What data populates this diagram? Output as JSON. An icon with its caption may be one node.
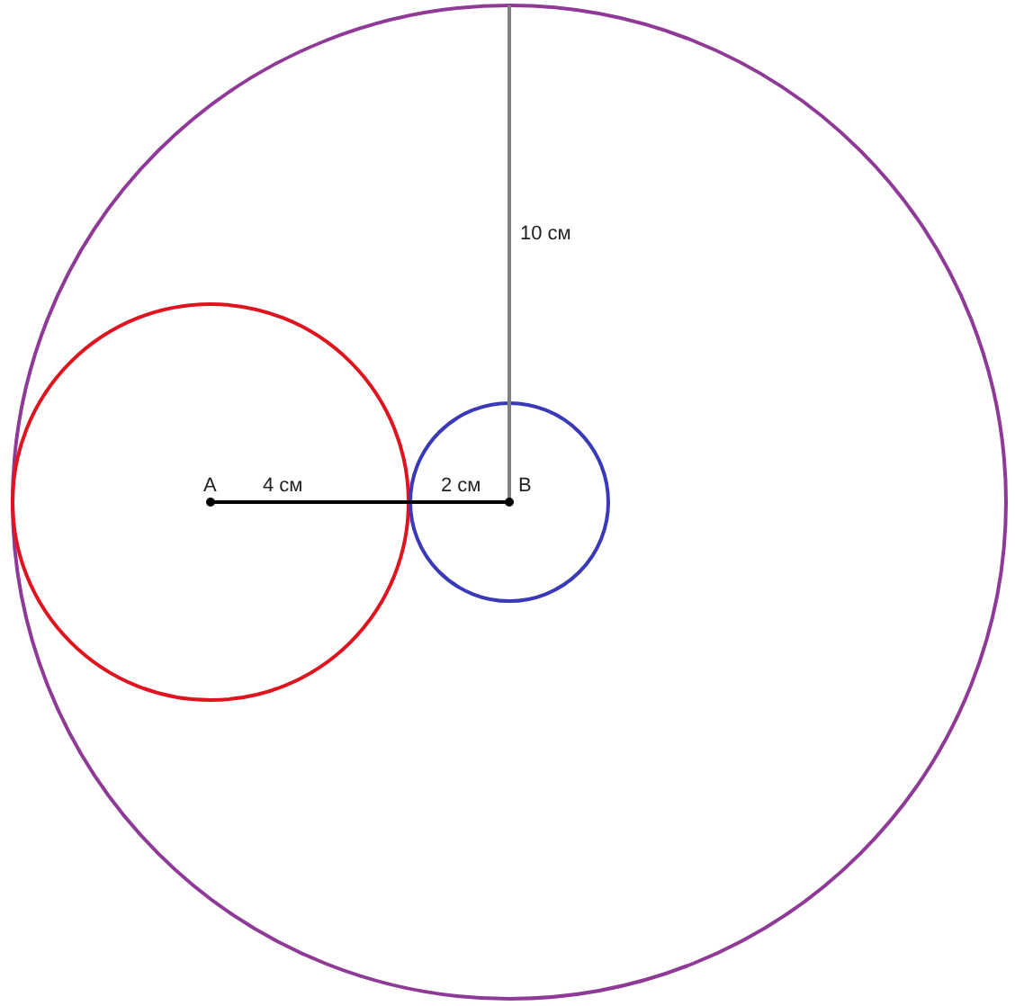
{
  "diagram": {
    "labels": [
      "A",
      "4 см",
      "2 см",
      "B",
      "10 см"
    ]
  }
}
